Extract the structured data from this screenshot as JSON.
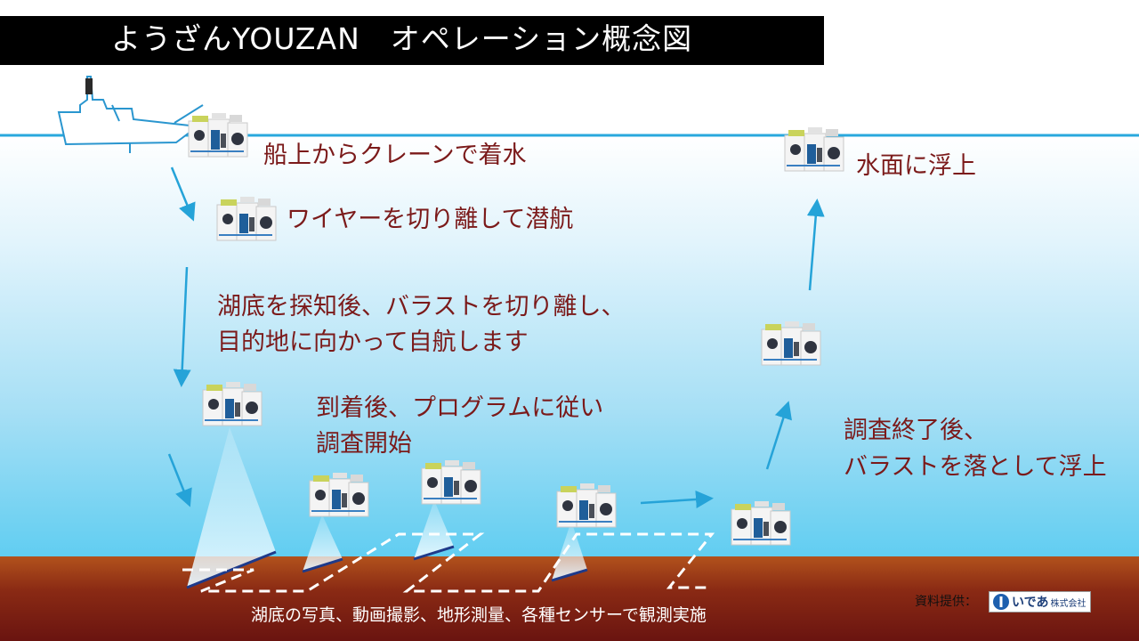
{
  "title": "ようざんYOUZAN　オペレーション概念図",
  "steps": {
    "launch": "船上からクレーンで着水",
    "dive": "ワイヤーを切り離して潜航",
    "navigate_1": "湖底を探知後、バラストを切り離し、",
    "navigate_2": "目的地に向かって自航します",
    "survey_1": "到着後、プログラムに従い",
    "survey_2": "調査開始",
    "ascend_1": "調査終了後、",
    "ascend_2": "バラストを落として浮上",
    "surface": "水面に浮上"
  },
  "caption": "湖底の写真、動画撮影、地形測量、各種センサーで観測実施",
  "credit": {
    "label": "資料提供：",
    "company": "いであ",
    "company_suffix": "株式会社"
  },
  "colors": {
    "title_bg": "#000000",
    "step_text": "#7b1a1a",
    "water_surface": "#29a8dd",
    "arrow": "#25a3d8",
    "lakebed": "#8a2a14"
  },
  "icons": [
    "ship-icon",
    "auv-icon",
    "sonar-beam-icon",
    "arrow-icon",
    "survey-path-icon",
    "company-logo-icon"
  ]
}
